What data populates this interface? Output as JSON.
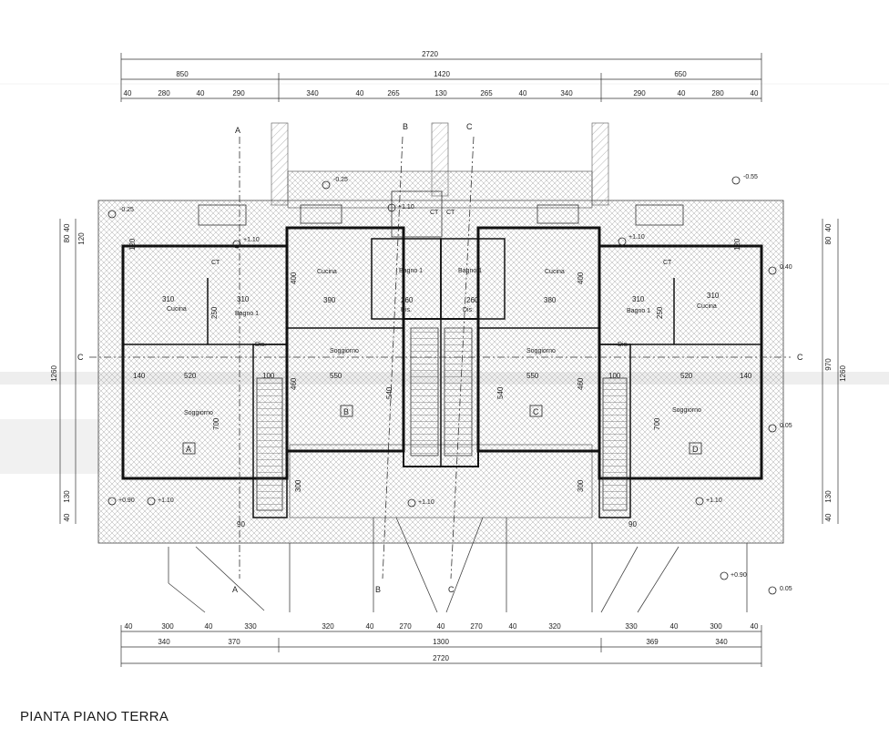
{
  "caption": "PIANTA PIANO TERRA",
  "top_dims": {
    "total": "2720",
    "row2": [
      "850",
      "1420",
      "650"
    ],
    "row3": [
      "40",
      "280",
      "40",
      "290",
      "340",
      "40",
      "265",
      "130",
      "265",
      "40",
      "340",
      "290",
      "40",
      "280",
      "40"
    ]
  },
  "bottom_dims": {
    "row1": [
      "40",
      "300",
      "40",
      "330",
      "320",
      "40",
      "270",
      "40",
      "270",
      "40",
      "320",
      "330",
      "40",
      "300",
      "40"
    ],
    "row2": [
      "340",
      "370",
      "1300",
      "369",
      "340"
    ],
    "total": "2720"
  },
  "left_dims": [
    "80",
    "40",
    "120",
    "1260",
    "130",
    "40"
  ],
  "right_dims": [
    "40",
    "80",
    "970",
    "1260",
    "130",
    "40"
  ],
  "section_marks": [
    "A",
    "B",
    "C",
    "C",
    "B",
    "A",
    "C",
    "C"
  ],
  "units": [
    "A",
    "B",
    "C",
    "D"
  ],
  "rooms": {
    "cucina": "Cucina",
    "soggiorno": "Soggiorno",
    "bagno": "Bagno 1",
    "dis": "Dis.",
    "ct": "CT"
  },
  "room_dims": [
    "310",
    "390",
    "380",
    "310",
    "310",
    "310",
    "260",
    "260",
    "520",
    "550",
    "550",
    "520",
    "400",
    "400",
    "460",
    "460",
    "540",
    "540",
    "700",
    "700",
    "100",
    "100",
    "140",
    "140",
    "250",
    "250",
    "120",
    "120",
    "300",
    "300",
    "90",
    "90"
  ],
  "elevations": [
    "-0.25",
    "-0.25",
    "-0.55",
    "+1.10",
    "+1.10",
    "+1.10",
    "+1.10",
    "+1.10",
    "+1.10",
    "+0.90",
    "+0.90",
    "0.40",
    "0.05",
    "0.05"
  ]
}
